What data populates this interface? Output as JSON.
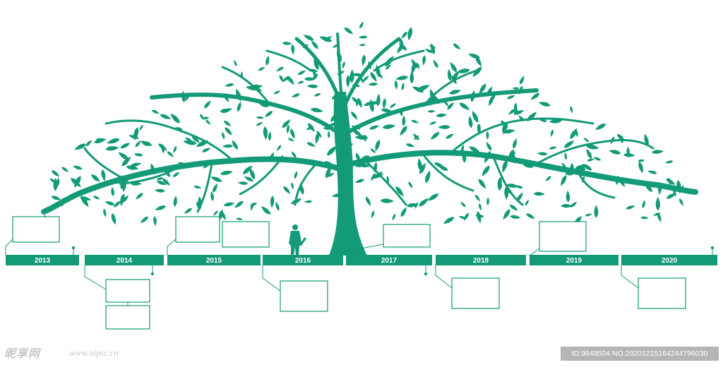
{
  "colors": {
    "tree": "#139a76",
    "bar": "#139a76",
    "box_stroke": "#139a76",
    "text_on_bar": "#ffffff"
  },
  "timeline": {
    "years": [
      {
        "label": "2013",
        "above_boxes": 1,
        "below_boxes": 0
      },
      {
        "label": "2014",
        "above_boxes": 0,
        "below_boxes": 2
      },
      {
        "label": "2015",
        "above_boxes": 2,
        "below_boxes": 0
      },
      {
        "label": "2016",
        "above_boxes": 0,
        "below_boxes": 1
      },
      {
        "label": "2017",
        "above_boxes": 1,
        "below_boxes": 0
      },
      {
        "label": "2018",
        "above_boxes": 0,
        "below_boxes": 1
      },
      {
        "label": "2019",
        "above_boxes": 1,
        "below_boxes": 0
      },
      {
        "label": "2020",
        "above_boxes": 0,
        "below_boxes": 1
      }
    ]
  },
  "figure": {
    "person_silhouette": "person-silhouette-icon",
    "tree": "tree-icon",
    "leaf": "leaf-icon"
  },
  "watermark": {
    "site_name": "昵享网",
    "site_url": "www.nipic.cn",
    "id_text": "ID:9849504 NO:20201215164244796030"
  }
}
